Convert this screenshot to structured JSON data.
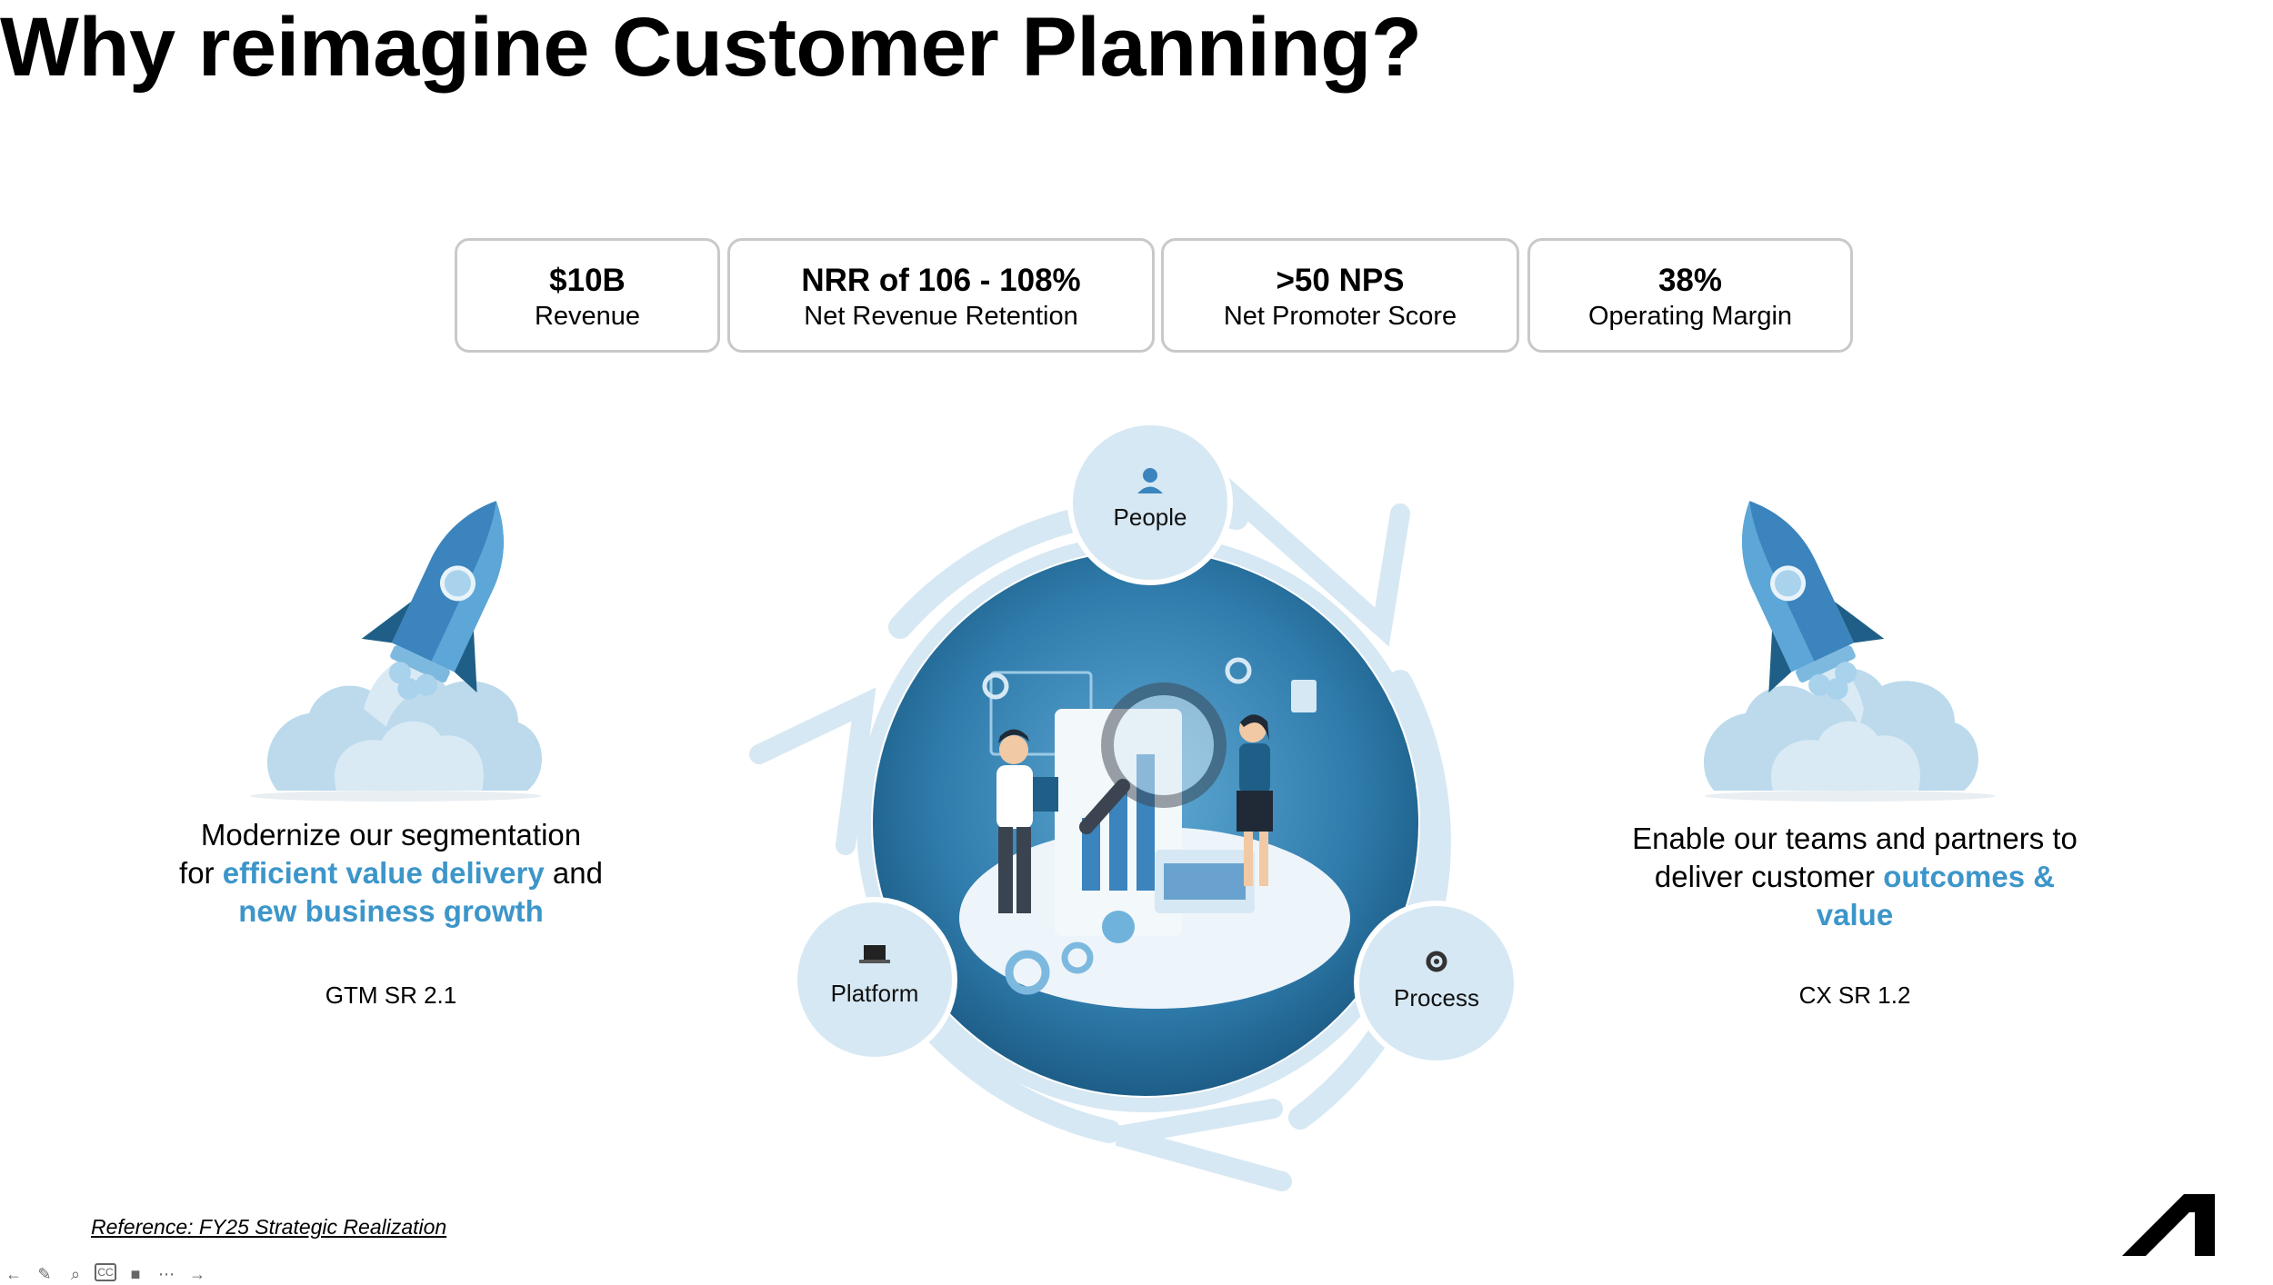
{
  "title": "Why reimagine Customer Planning?",
  "kpis": [
    {
      "value": "$10B",
      "label": "Revenue"
    },
    {
      "value": "NRR of 106 - 108%",
      "label": "Net Revenue Retention"
    },
    {
      "value": ">50 NPS",
      "label": "Net Promoter Score"
    },
    {
      "value": "38%",
      "label": "Operating Margin"
    }
  ],
  "left": {
    "text_1": "Modernize our segmentation",
    "text_2": "for ",
    "highlight_1": "efficient value delivery",
    "text_3": " and",
    "highlight_2": "new business growth",
    "ref": "GTM SR 2.1"
  },
  "right": {
    "text_1": "Enable our teams and partners to",
    "text_2": "deliver customer ",
    "highlight_1": "outcomes &",
    "highlight_2": "value",
    "ref": "CX SR 1.2"
  },
  "cycle": {
    "nodes": [
      {
        "label": "People",
        "icon": "person-icon"
      },
      {
        "label": "Platform",
        "icon": "laptop-icon"
      },
      {
        "label": "Process",
        "icon": "gear-icon"
      }
    ]
  },
  "reference": "Reference: FY25 Strategic Realization",
  "colors": {
    "accent": "#3d96c9",
    "light": "#d6e8f3",
    "dark": "#1f5f87",
    "kpi_border": "#c9c9c9"
  },
  "toolbar": [
    "back-icon",
    "pen-icon",
    "zoom-icon",
    "captions-icon",
    "camera-icon",
    "more-icon",
    "forward-icon"
  ]
}
